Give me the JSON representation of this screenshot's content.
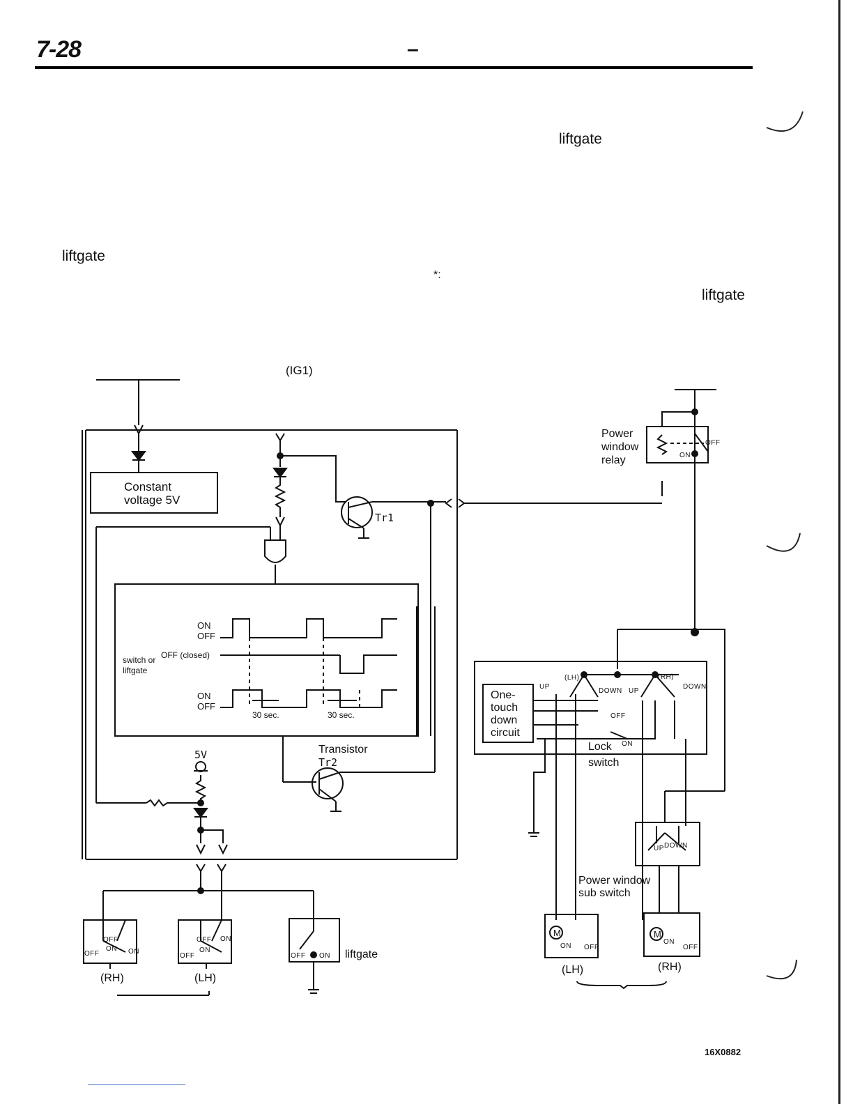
{
  "header": {
    "page_number": "7-28",
    "title_dash": "–"
  },
  "body_text": {
    "liftgate_top_right": "liftgate",
    "liftgate_left": "liftgate",
    "footnote_marker": "*:",
    "liftgate_right": "liftgate"
  },
  "diagram": {
    "ig1_label": "(IG1)",
    "constant_voltage": [
      "Constant",
      "voltage 5V"
    ],
    "transistor_tr1": "Tr1",
    "timing": {
      "row1_on": "ON",
      "row1_off": "OFF",
      "row2_left": "switch or",
      "row2_left_2": "liftgate",
      "row2_state": "OFF (closed)",
      "row3_on": "ON",
      "row3_off": "OFF",
      "interval_1": "30 sec.",
      "interval_2": "30 sec."
    },
    "transistor_label": "Transistor",
    "transistor_tr2": "Tr2",
    "voltage_5v": "5V",
    "power_window_relay": [
      "Power",
      "window",
      "relay"
    ],
    "relay_off": "OFF",
    "relay_on": "ON",
    "one_touch": [
      "One-",
      "touch",
      "down",
      "circuit"
    ],
    "main_switch_lh": "(LH)",
    "main_switch_rh": "(RH)",
    "main_up_1": "UP",
    "main_down_1": "DOWN",
    "main_up_2": "UP",
    "main_down_2": "DOWN",
    "main_off": "OFF",
    "main_on": "ON",
    "lock_switch": [
      "Lock",
      "switch"
    ],
    "sub_switch": [
      "Power window",
      "sub switch"
    ],
    "sub_up": "UP",
    "sub_down": "DOWN",
    "motor_lh": "(LH)",
    "motor_rh": "(RH)",
    "motor_on": "ON",
    "motor_off": "OFF",
    "motor_symbol": "M",
    "door_rh": "(RH)",
    "door_lh": "(LH)",
    "door_off": "OFF",
    "door_on": "ON",
    "liftgate_switch": "liftgate",
    "liftgate_off": "OFF",
    "liftgate_on": "ON"
  },
  "footer": {
    "reference_code": "16X0882"
  }
}
